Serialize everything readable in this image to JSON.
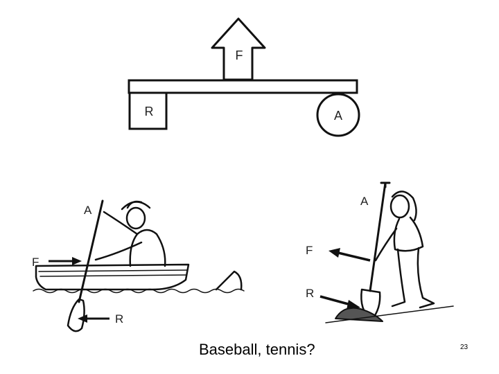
{
  "lever": {
    "force_label": "F",
    "resistance_label": "R",
    "axis_label": "A"
  },
  "paddler": {
    "axis_label": "A",
    "force_label": "F",
    "resistance_label": "R"
  },
  "shoveler": {
    "axis_label": "A",
    "force_label": "F",
    "resistance_label": "R"
  },
  "caption": "Baseball, tennis?",
  "page_number": "23"
}
